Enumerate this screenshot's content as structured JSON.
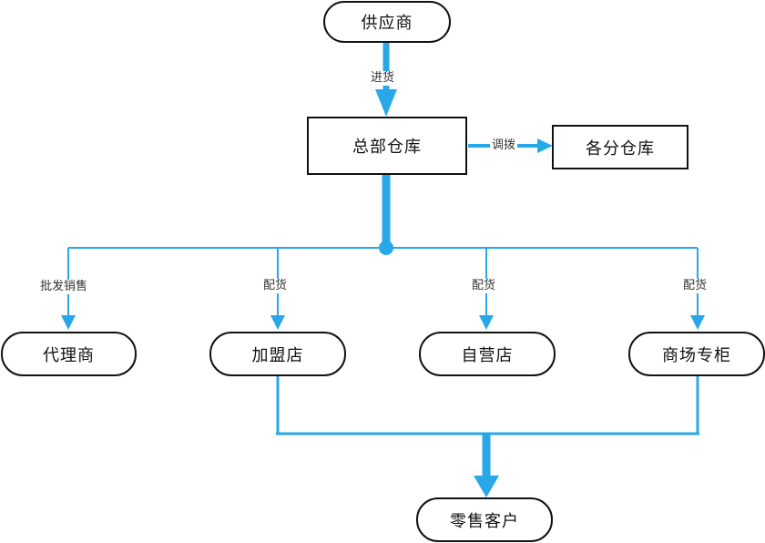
{
  "colors": {
    "connector": "#29a8e8",
    "border": "#111111",
    "text": "#111111"
  },
  "nodes": {
    "supplier": "供应商",
    "hq_warehouse": "总部仓库",
    "branch_warehouses": "各分仓库",
    "agent": "代理商",
    "franchise": "加盟店",
    "self_operated": "自营店",
    "mall_counter": "商场专柜",
    "retail_customer": "零售客户"
  },
  "edge_labels": {
    "purchase": "进货",
    "transfer": "调拨",
    "wholesale": "批发销售",
    "distribute_1": "配货",
    "distribute_2": "配货",
    "distribute_3": "配货"
  }
}
